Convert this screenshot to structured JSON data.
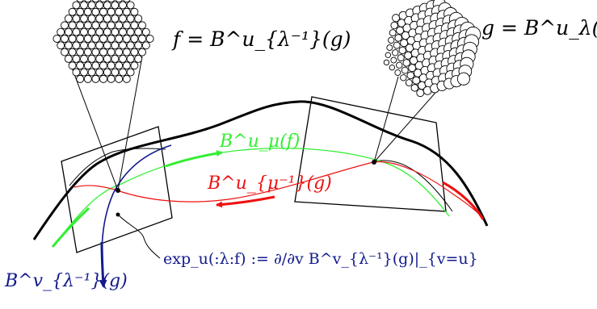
{
  "labels": {
    "f_eq": "f = B^u_{λ⁻¹}(g)",
    "g_eq": "g = B^u_λ(f)",
    "green": "B^u_μ(f)",
    "red": "B^u_{μ⁻¹}(g)",
    "blue": "B^v_{λ⁻¹}(g)",
    "exp": "exp_u(:λ:f) := ∂/∂v B^v_{λ⁻¹}(g)|_{v=u}"
  },
  "colors": {
    "ink": "#000000",
    "green": "#33ee33",
    "red": "#ee1111",
    "blue": "#121a8c"
  }
}
